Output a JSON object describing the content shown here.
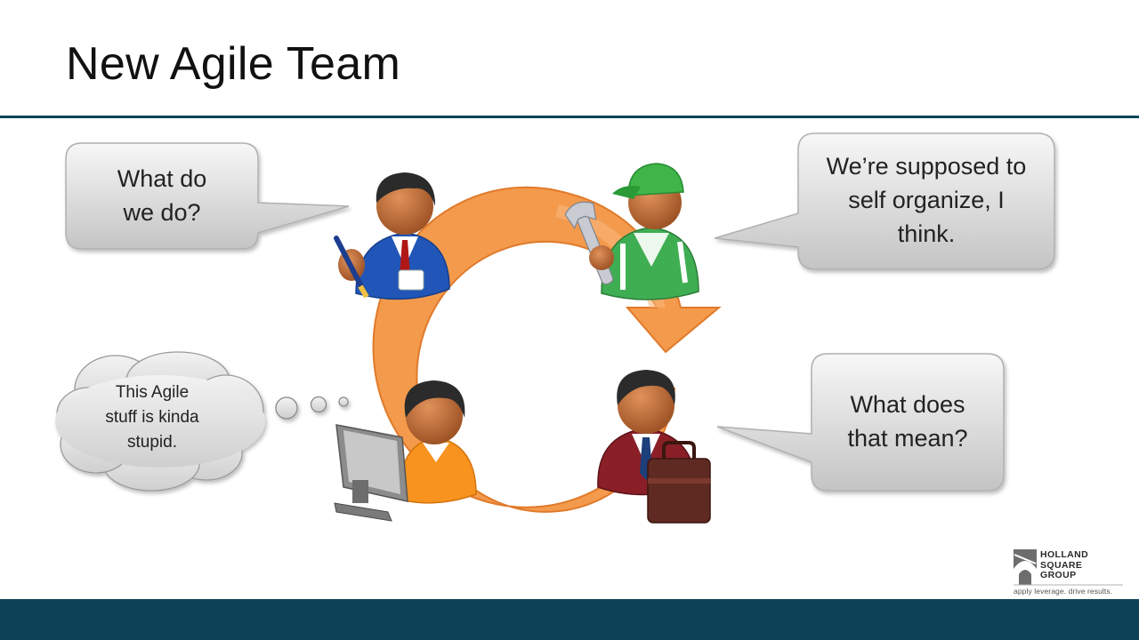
{
  "slide": {
    "title": "New Agile Team"
  },
  "bubbles": {
    "top_left": "What do\nwe do?",
    "top_right": "We’re supposed to\nself organize, I\nthink.",
    "bottom_right": "What does\nthat mean?",
    "thought": "This Agile\nstuff is kinda\nstupid."
  },
  "logo": {
    "line1": "HOLLAND",
    "line2": "SQUARE",
    "line3": "GROUP",
    "tagline": "apply leverage. drive results."
  },
  "colors": {
    "accent_bar": "#0c4256",
    "cycle_arrow": "#f5a35a",
    "bubble_fill": "#d9d9d9"
  },
  "icons": [
    "cycle-arrow-icon",
    "manager-person-icon",
    "worker-person-icon",
    "developer-person-icon",
    "business-person-icon"
  ]
}
